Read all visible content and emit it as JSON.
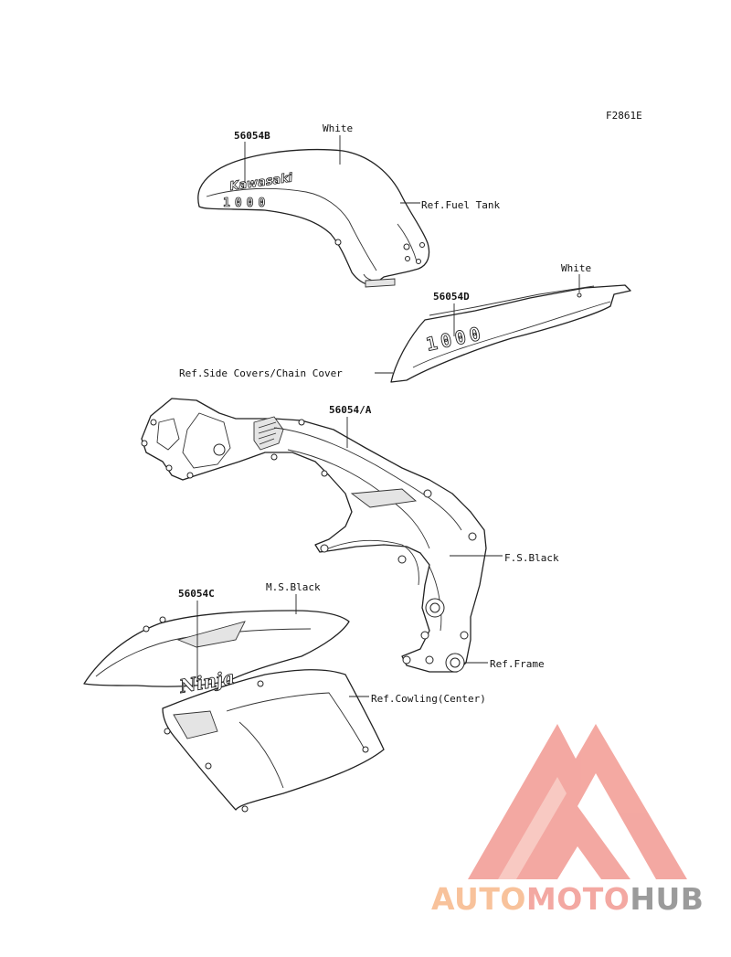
{
  "figure_code": "F2861E",
  "callouts": {
    "fuel_tank_part": "56054B",
    "fuel_tank_color": "White",
    "fuel_tank_ref": "Ref.Fuel Tank",
    "side_cover_color": "White",
    "side_cover_part": "56054D",
    "side_cover_ref": "Ref.Side Covers/Chain Cover",
    "frame_part": "56054/A",
    "frame_color": "F.S.Black",
    "frame_ref": "Ref.Frame",
    "cowling_part": "56054C",
    "cowling_color": "M.S.Black",
    "cowling_ref": "Ref.Cowling(Center)"
  },
  "decals": {
    "tank_brand": "Kawasaki",
    "tank_model": "1000",
    "side_model": "1000",
    "cowl_script": "Ninja"
  },
  "watermark": {
    "part1": "AUTO",
    "part2": "MOTO",
    "part3": "HUB",
    "color_light": "#f7b88a",
    "color_mid": "#f29a92",
    "color_dark": "#8a8a8a"
  }
}
